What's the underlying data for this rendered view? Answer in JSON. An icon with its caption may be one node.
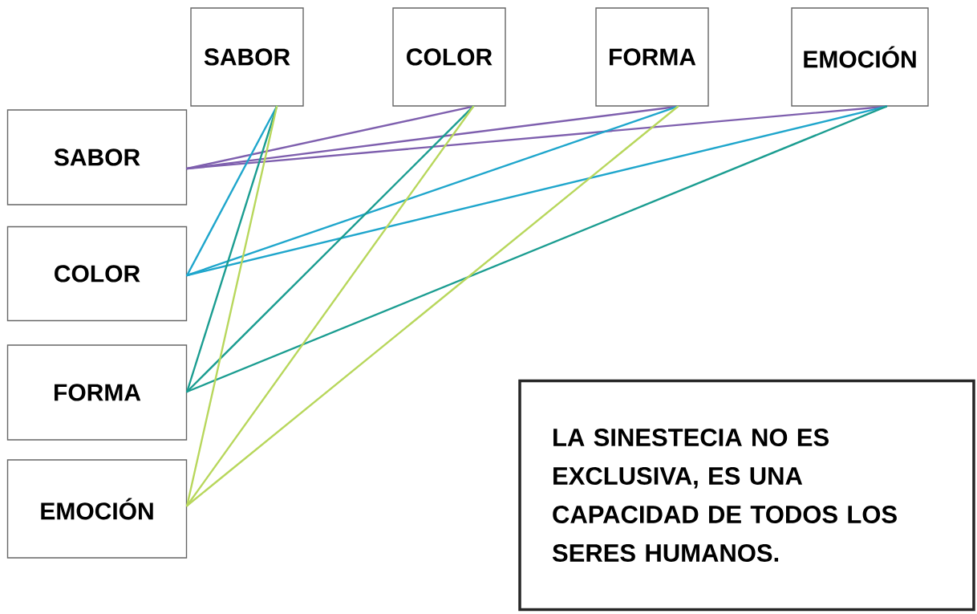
{
  "diagram": {
    "nodes": [
      {
        "text": [
          "SABOR"
        ]
      },
      {
        "text": [
          "COLOR"
        ]
      },
      {
        "text": [
          "FORMA"
        ]
      },
      {
        "text": [
          "EMOCIÓN"
        ]
      },
      {
        "text": [
          "SABOR"
        ]
      },
      {
        "text": [
          "COLOR"
        ]
      },
      {
        "text": [
          "FORMA"
        ]
      },
      {
        "text": [
          "EMOCIÓN"
        ]
      },
      {
        "text": [
          "LA SINESTECIA NO ES EXCLUSIVA, ES UNA CAPACIDAD DE TODOS LOS SERES HUMANOS."
        ]
      }
    ],
    "edges": [
      {
        "from": 4,
        "to": 1,
        "arrow": "none",
        "color": "#7e5fae"
      },
      {
        "from": 4,
        "to": 2,
        "arrow": "none",
        "color": "#7e5fae"
      },
      {
        "from": 4,
        "to": 3,
        "arrow": "none",
        "color": "#7e5fae"
      },
      {
        "from": 5,
        "to": 0,
        "arrow": "none",
        "color": "#1fa6cc"
      },
      {
        "from": 5,
        "to": 2,
        "arrow": "none",
        "color": "#1fa6cc"
      },
      {
        "from": 5,
        "to": 3,
        "arrow": "none",
        "color": "#1fa6cc"
      },
      {
        "from": 6,
        "to": 0,
        "arrow": "none",
        "color": "#1b9d91"
      },
      {
        "from": 6,
        "to": 1,
        "arrow": "none",
        "color": "#1b9d91"
      },
      {
        "from": 6,
        "to": 3,
        "arrow": "none",
        "color": "#1b9d91"
      },
      {
        "from": 7,
        "to": 0,
        "arrow": "none",
        "color": "#b8d75c"
      },
      {
        "from": 7,
        "to": 1,
        "arrow": "none",
        "color": "#b8d75c"
      },
      {
        "from": 7,
        "to": 2,
        "arrow": "none",
        "color": "#b8d75c"
      }
    ]
  }
}
